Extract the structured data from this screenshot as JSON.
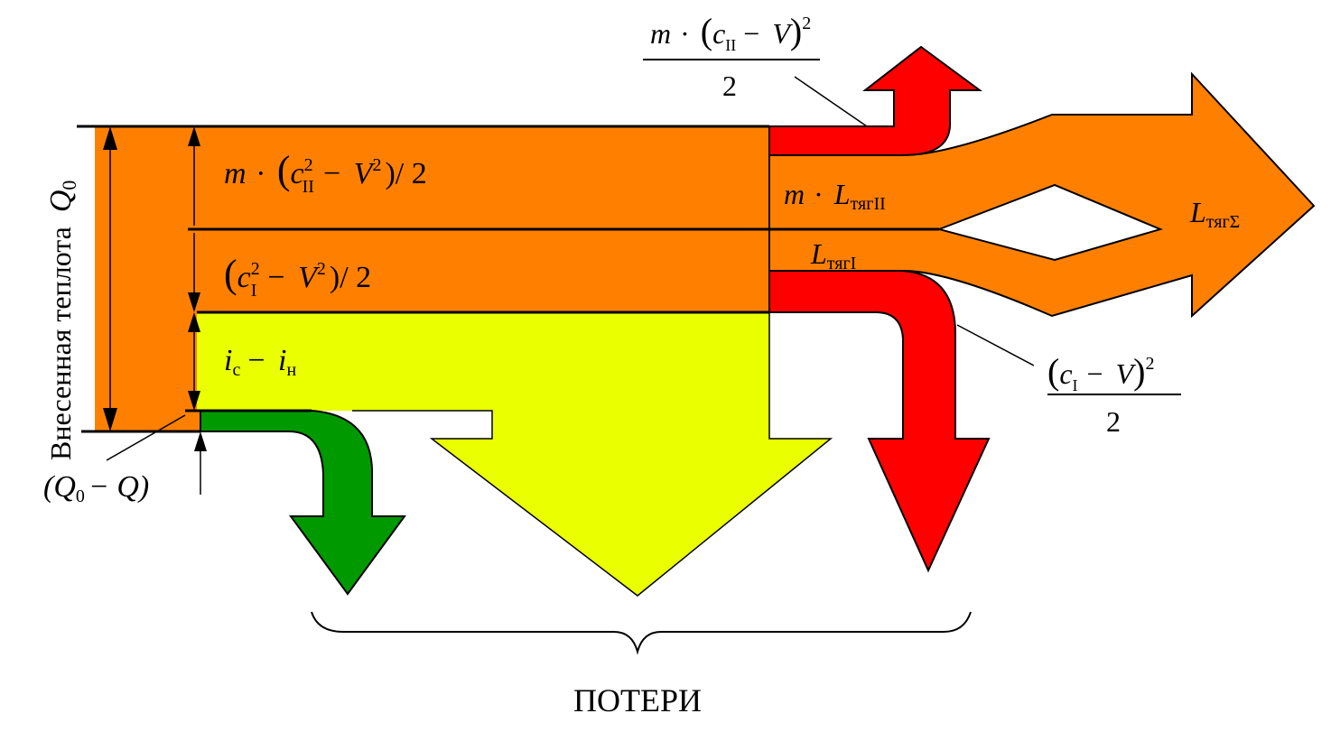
{
  "diagram": {
    "side_label": "Внесенная теплота",
    "q0_symbol": "Q",
    "q0_sub": "0",
    "ke_outer": {
      "m": "m",
      "dot": "·",
      "c": "c",
      "sub": "II",
      "sup": "2",
      "minus": "−",
      "v": "V",
      "vsup": "2",
      "tail": ")/ 2"
    },
    "ke_inner": {
      "c": "c",
      "sub": "I",
      "sup": "2",
      "minus": "−",
      "v": "V",
      "vsup": "2",
      "tail": ")/ 2"
    },
    "enthalpy": {
      "i1": "i",
      "sub1": "c",
      "minus": "−",
      "i2": "i",
      "sub2": "н"
    },
    "heat_loss": {
      "open": "(Q",
      "sub": "0",
      "rest": "− Q)"
    },
    "thrust_outer": {
      "m": "m",
      "dot": "·",
      "l": "L",
      "sub": "тягII"
    },
    "thrust_inner": {
      "l": "L",
      "sub": "тягI"
    },
    "thrust_total": {
      "l": "L",
      "sub": "тягΣ"
    },
    "loss_outer_fraction": {
      "m": "m",
      "dot": "·",
      "c": "c",
      "sub": "II",
      "minus": "−",
      "v": "V",
      "sup": "2",
      "den": "2"
    },
    "loss_inner_fraction": {
      "c": "c",
      "sub": "I",
      "minus": "−",
      "v": "V",
      "sup": "2",
      "den": "2"
    },
    "losses_label": "ПОТЕРИ",
    "colors": {
      "orange": "#ff8000",
      "red": "#ff0000",
      "green": "#009900",
      "yellow": "#eaff00"
    }
  }
}
